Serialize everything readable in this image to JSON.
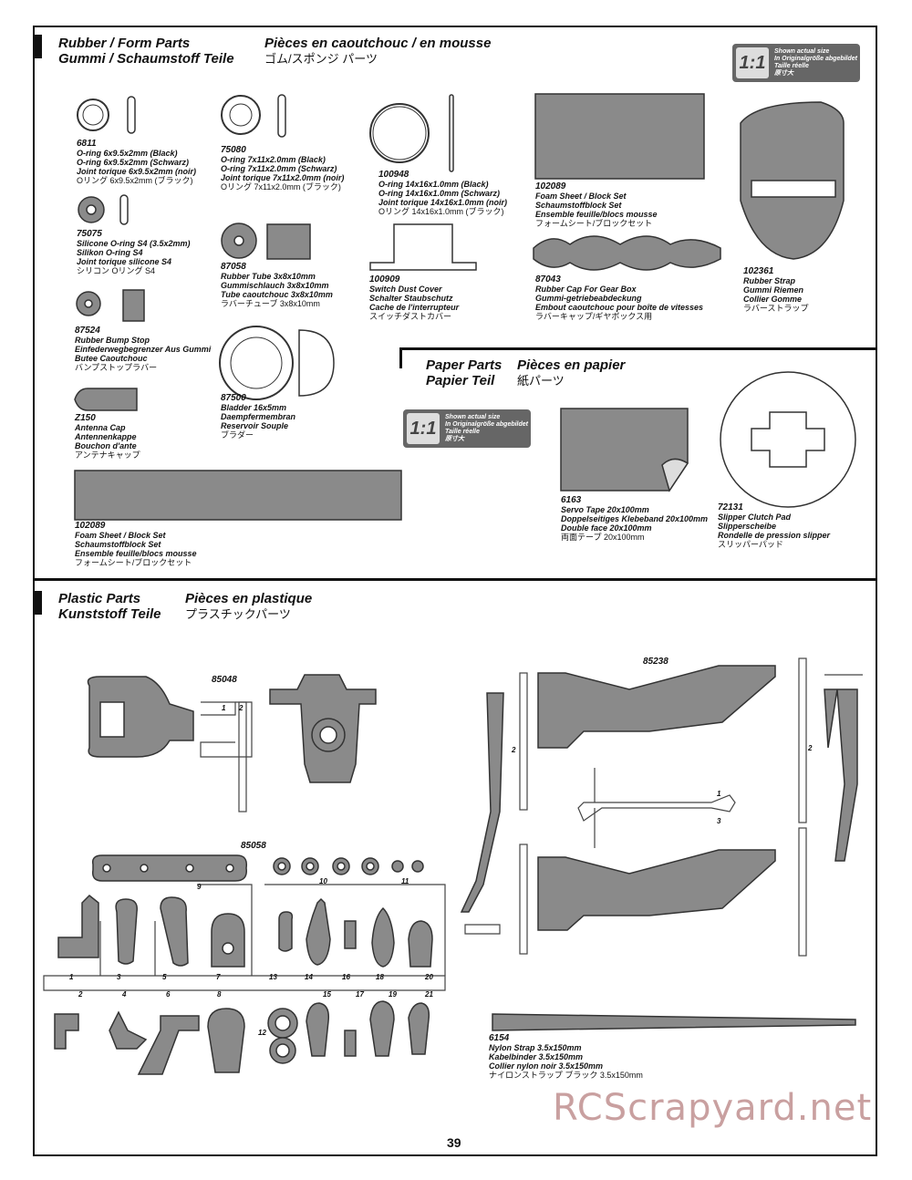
{
  "sections": {
    "rubber": {
      "title_en": "Rubber / Form Parts",
      "title_de": "Gummi / Schaumstoff Teile",
      "title_fr": "Pièces en caoutchouc / en mousse",
      "title_jp": "ゴム/スポンジ パーツ"
    },
    "paper": {
      "title_en": "Paper Parts",
      "title_de": "Papier Teil",
      "title_fr": "Pièces en papier",
      "title_jp": "紙パーツ"
    },
    "plastic": {
      "title_en": "Plastic Parts",
      "title_de": "Kunststoff Teile",
      "title_fr": "Pièces en plastique",
      "title_jp": "プラスチックパーツ"
    }
  },
  "badge": {
    "big": "1:1",
    "line1": "Shown actual size",
    "line2": "In Originalgröße abgebildet",
    "line3": "Taille réelle",
    "line4": "原寸大"
  },
  "parts": {
    "p6811": {
      "num": "6811",
      "l1": "O-ring 6x9.5x2mm (Black)",
      "l2": "O-ring 6x9.5x2mm (Schwarz)",
      "l3": "Joint torique 6x9.5x2mm (noir)",
      "l4": "Oリング 6x9.5x2mm (ブラック)"
    },
    "p75080": {
      "num": "75080",
      "l1": "O-ring 7x11x2.0mm (Black)",
      "l2": "O-ring 7x11x2.0mm (Schwarz)",
      "l3": "Joint torique 7x11x2.0mm (noir)",
      "l4": "Oリング 7x11x2.0mm (ブラック)"
    },
    "p100948": {
      "num": "100948",
      "l1": "O-ring 14x16x1.0mm (Black)",
      "l2": "O-ring 14x16x1.0mm (Schwarz)",
      "l3": "Joint torique 14x16x1.0mm (noir)",
      "l4": "Oリング 14x16x1.0mm (ブラック)"
    },
    "p102089a": {
      "num": "102089",
      "l1": "Foam Sheet / Block Set",
      "l2": "Schaumstoffblock Set",
      "l3": "Ensemble feuille/blocs mousse",
      "l4": "フォームシート/ブロックセット"
    },
    "p75075": {
      "num": "75075",
      "l1": "Silicone O-ring S4 (3.5x2mm)",
      "l2": "Silikon O-ring S4",
      "l3": "Joint torique silicone S4",
      "l4": "シリコン Oリング S4"
    },
    "p87058": {
      "num": "87058",
      "l1": "Rubber Tube 3x8x10mm",
      "l2": "Gummischlauch 3x8x10mm",
      "l3": "Tube caoutchouc 3x8x10mm",
      "l4": "ラバーチューブ 3x8x10mm"
    },
    "p100909": {
      "num": "100909",
      "l1": "Switch Dust Cover",
      "l2": "Schalter Staubschutz",
      "l3": "Cache de l'interrupteur",
      "l4": "スイッチダストカバー"
    },
    "p87043": {
      "num": "87043",
      "l1": "Rubber Cap For Gear Box",
      "l2": "Gummi-getriebeabdeckung",
      "l3": "Embout caoutchouc pour boîte de vitesses",
      "l4": "ラバーキャップ/ギヤボックス用"
    },
    "p102361": {
      "num": "102361",
      "l1": "Rubber Strap",
      "l2": "Gummi Riemen",
      "l3": "Collier Gomme",
      "l4": "ラバーストラップ"
    },
    "p87524": {
      "num": "87524",
      "l1": "Rubber Bump Stop",
      "l2": "Einfederwegbegrenzer Aus Gummi",
      "l3": "Butee Caoutchouc",
      "l4": "バンプストップラバー"
    },
    "p87500": {
      "num": "87500",
      "l1": "Bladder 16x5mm",
      "l2": "Daempfermembran",
      "l3": "Reservoir Souple",
      "l4": "ブラダー"
    },
    "pZ150": {
      "num": "Z150",
      "l1": "Antenna Cap",
      "l2": "Antennenkappe",
      "l3": "Bouchon d'ante",
      "l4": "アンテナキャップ"
    },
    "p102089b": {
      "num": "102089",
      "l1": "Foam Sheet / Block Set",
      "l2": "Schaumstoffblock Set",
      "l3": "Ensemble feuille/blocs mousse",
      "l4": "フォームシート/ブロックセット"
    },
    "p6163": {
      "num": "6163",
      "l1": "Servo Tape 20x100mm",
      "l2": "Doppelseitiges Klebeband 20x100mm",
      "l3": "Double face 20x100mm",
      "l4": "両面テープ 20x100mm"
    },
    "p72131": {
      "num": "72131",
      "l1": "Slipper Clutch Pad",
      "l2": "Slipperscheibe",
      "l3": "Rondelle de pression slipper",
      "l4": "スリッパーパッド"
    },
    "p6154": {
      "num": "6154",
      "l1": "Nylon Strap 3.5x150mm",
      "l2": "Kabelbinder 3.5x150mm",
      "l3": "Collier nylon noir 3.5x150mm",
      "l4": "ナイロンストラップ ブラック 3.5x150mm"
    }
  },
  "trees": {
    "t85048": "85048",
    "t85058": "85058",
    "t85238": "85238"
  },
  "tree_numbers": [
    "1",
    "2",
    "1",
    "2",
    "3",
    "4",
    "5",
    "6",
    "7",
    "8",
    "9",
    "10",
    "11",
    "12",
    "13",
    "14",
    "15",
    "16",
    "17",
    "18",
    "19",
    "20",
    "21",
    "1",
    "2",
    "2",
    "3"
  ],
  "page_number": "39",
  "watermark": "RCScrapyard.net",
  "colors": {
    "part_gray": "#8a8a8a",
    "outline": "#333333",
    "badge": "#666666",
    "watermark": "#c9a0a0"
  }
}
